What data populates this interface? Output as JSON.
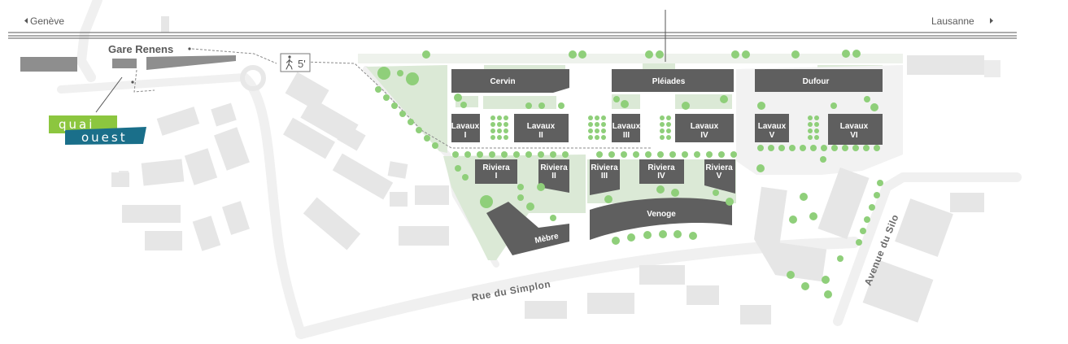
{
  "directions": {
    "west": "Genève",
    "east": "Lausanne"
  },
  "station": "Gare Renens",
  "walk_time": "5'",
  "logo": {
    "word1": "quai",
    "word2": "ouest",
    "colors": {
      "green": "#8cc63f",
      "blue": "#1a6f8a"
    }
  },
  "streets": {
    "simplon": "Rue du Simplon",
    "silo": "Avenue du Silo"
  },
  "buildings": {
    "cervin": "Cervin",
    "pleiades": "Pléiades",
    "dufour": "Dufour",
    "lavaux_1": [
      "Lavaux",
      "I"
    ],
    "lavaux_2": [
      "Lavaux",
      "II"
    ],
    "lavaux_3": [
      "Lavaux",
      "III"
    ],
    "lavaux_4": [
      "Lavaux",
      "IV"
    ],
    "lavaux_5": [
      "Lavaux",
      "V"
    ],
    "lavaux_6": [
      "Lavaux",
      "VI"
    ],
    "riviera_1": [
      "Riviera",
      "I"
    ],
    "riviera_2": [
      "Riviera",
      "II"
    ],
    "riviera_3": [
      "Riviera",
      "III"
    ],
    "riviera_4": [
      "Riviera",
      "IV"
    ],
    "riviera_5": [
      "Riviera",
      "V"
    ],
    "venoge": "Venoge",
    "mebre": "Mèbre"
  },
  "colors": {
    "project_building": "#5f5f5f",
    "context_building": "#e6e6e6",
    "green_area": "#dbe9d6",
    "tree": "#8fcf7a",
    "road": "#efefef",
    "rail": "#7a7a7a"
  }
}
